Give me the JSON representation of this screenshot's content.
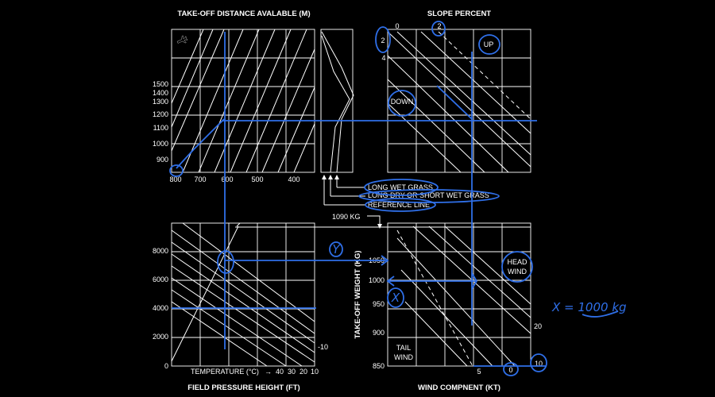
{
  "colors": {
    "background": "#000000",
    "ink": "#ffffff",
    "annotation": "#2f6fe8"
  },
  "icon": "aircraft-icon",
  "titles": {
    "takeoff_distance": "TAKE-OFF DISTANCE AVALABLE (M)",
    "slope_percent": "SLOPE PERCENT",
    "field_pressure_height": "FIELD PRESSURE HEIGHT (FT)",
    "wind_component": "WIND COMPNENT (KT)",
    "takeoff_weight": "TAKE-OFF WEIGHT (KG)"
  },
  "distance_left_ticks": [
    "1500",
    "1400",
    "1300",
    "1200",
    "1100",
    "1000",
    "900"
  ],
  "distance_bottom_ticks": [
    "800",
    "700",
    "600",
    "500",
    "400"
  ],
  "slope_ticks": {
    "zero": "0",
    "two_top": "2",
    "two_left": "2",
    "four": "4"
  },
  "slope_labels": {
    "up": "UP",
    "down": "DOWN"
  },
  "surface_legend": {
    "long_wet_grass": "LONG WET GRASS",
    "long_dry": "LONG DRY OR SHORT WET GRASS",
    "reference_line": "REFERENCE LINE",
    "weight_pointer": "1090 KG"
  },
  "height_ticks": [
    "8000",
    "6000",
    "4000",
    "2000",
    "0"
  ],
  "temperature": {
    "label": "TEMPERATURE (°C)",
    "arrow": "→",
    "ticks": [
      "40",
      "30",
      "20",
      "10"
    ],
    "minus_ten": "-10"
  },
  "weight_ticks": [
    "1050",
    "1000",
    "950",
    "900",
    "850"
  ],
  "wind_labels": {
    "head": [
      "HEAD",
      "WIND"
    ],
    "tail": [
      "TAIL",
      "WIND"
    ]
  },
  "wind_bottom_ticks": {
    "five": "5",
    "zero": "0",
    "ten": "10"
  },
  "wind_right_tick": "20",
  "annotations": {
    "y_marker": "Y",
    "x_marker": "X",
    "result": "X = 1000 kg"
  }
}
